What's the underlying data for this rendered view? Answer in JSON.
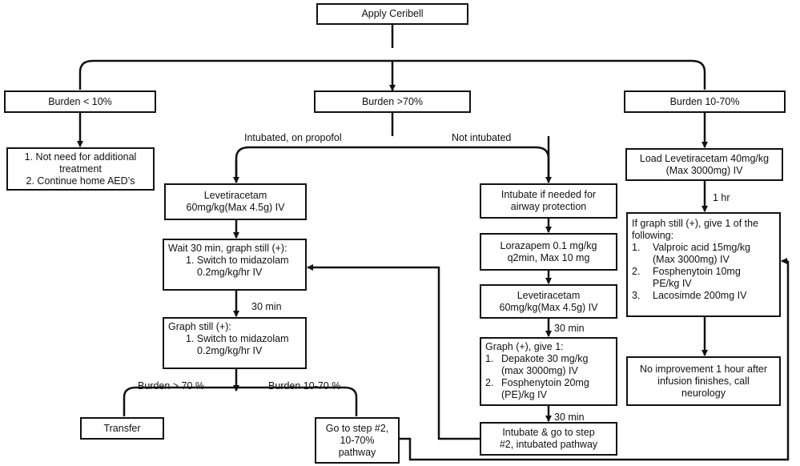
{
  "nodes": {
    "apply": "Apply Ceribell",
    "burden_low": "Burden < 10%",
    "burden_high": "Burden >70%",
    "burden_mid": "Burden 10-70%",
    "low_steps": [
      "1. Not need for additional",
      "treatment",
      "2. Continue home AED’s"
    ],
    "lev_a": [
      "Levetiracetam",
      "60mg/kg(Max 4.5g) IV"
    ],
    "wait30": {
      "head": "Wait 30 min, graph still (+):",
      "items": [
        "1. Switch to midazolam",
        "0.2mg/kg/hr IV"
      ]
    },
    "graph_still": {
      "head": "Graph still (+):",
      "items": [
        "1. Switch to midazolam",
        "0.2mg/kg/hr IV"
      ]
    },
    "transfer": "Transfer",
    "goto2": [
      "Go to step #2,",
      "10-70%",
      "pathway"
    ],
    "intubate_needed": [
      "Intubate if needed for",
      "airway protection"
    ],
    "loraz": [
      "Lorazapem 0.1 mg/kg",
      "q2min, Max 10 mg"
    ],
    "lev_b": [
      "Levetiracetam",
      "60mg/kg(Max 4.5g) IV"
    ],
    "graph_give": {
      "head": "Graph (+), give 1:",
      "items": [
        {
          "n": "1.",
          "t": "Depakote 30 mg/kg (max 3000mg) IV"
        },
        {
          "n": "2.",
          "t": "Fosphenytoin 20mg (PE)/kg IV"
        }
      ]
    },
    "intubate_goto": [
      "Intubate & go to step",
      "#2, intubated pathway"
    ],
    "load_lev": [
      "Load Levetiracetam 40mg/kg",
      "(Max 3000mg) IV"
    ],
    "if_graph": {
      "head": "If graph still (+), give 1 of the following:",
      "items": [
        {
          "n": "1.",
          "t": "Valproic acid 15mg/kg (Max 3000mg) IV"
        },
        {
          "n": "2.",
          "t": "Fosphenytoin 10mg PE/kg IV"
        },
        {
          "n": "3.",
          "t": "Lacosimde 200mg IV"
        }
      ]
    },
    "no_improve": [
      "No improvement 1 hour after",
      "infusion finishes, call",
      "neurology"
    ]
  },
  "labels": {
    "intubated": "Intubated, on propofol",
    "not_intubated": "Not intubated",
    "min30_left": "30 min",
    "min30_r1": "30 min",
    "min30_r2": "30 min",
    "hr1": "1 hr",
    "burden_gt70": "Burden > 70 %",
    "burden_10_70": "Burden 10-70 %"
  }
}
